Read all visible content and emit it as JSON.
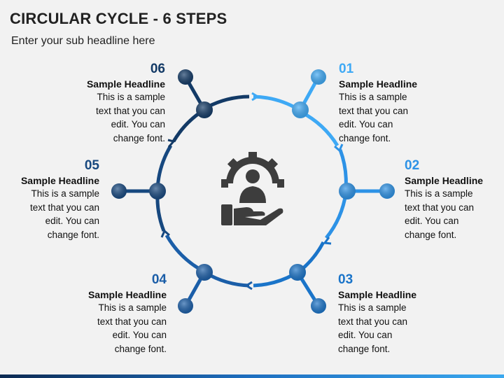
{
  "title": "CIRCULAR CYCLE - 6 STEPS",
  "subtitle": "Enter your sub headline here",
  "colors": {
    "step01": "#3ea9f5",
    "step02": "#2d92e6",
    "step03": "#1a74c9",
    "step04": "#1b5ea8",
    "step05": "#17487f",
    "step06": "#133a66",
    "icon": "#3d3d3d",
    "background": "#f2f2f2"
  },
  "center_icon": "gear-person-hand-icon",
  "steps": [
    {
      "num": "01",
      "headline": "Sample Headline",
      "lines": [
        "This is a sample",
        "text that you can",
        "edit. You can",
        "change font."
      ]
    },
    {
      "num": "02",
      "headline": "Sample Headline",
      "lines": [
        "This is a sample",
        "text that you can",
        "edit. You can",
        "change font."
      ]
    },
    {
      "num": "03",
      "headline": "Sample Headline",
      "lines": [
        "This is a sample",
        "text that you can",
        "edit. You can",
        "change font."
      ]
    },
    {
      "num": "04",
      "headline": "Sample Headline",
      "lines": [
        "This is a sample",
        "text that you can",
        "edit. You can",
        "change font."
      ]
    },
    {
      "num": "05",
      "headline": "Sample Headline",
      "lines": [
        "This is a sample",
        "text that you can",
        "edit. You can",
        "change font."
      ]
    },
    {
      "num": "06",
      "headline": "Sample Headline",
      "lines": [
        "This is a sample",
        "text that you can",
        "edit. You can",
        "change font."
      ]
    }
  ]
}
